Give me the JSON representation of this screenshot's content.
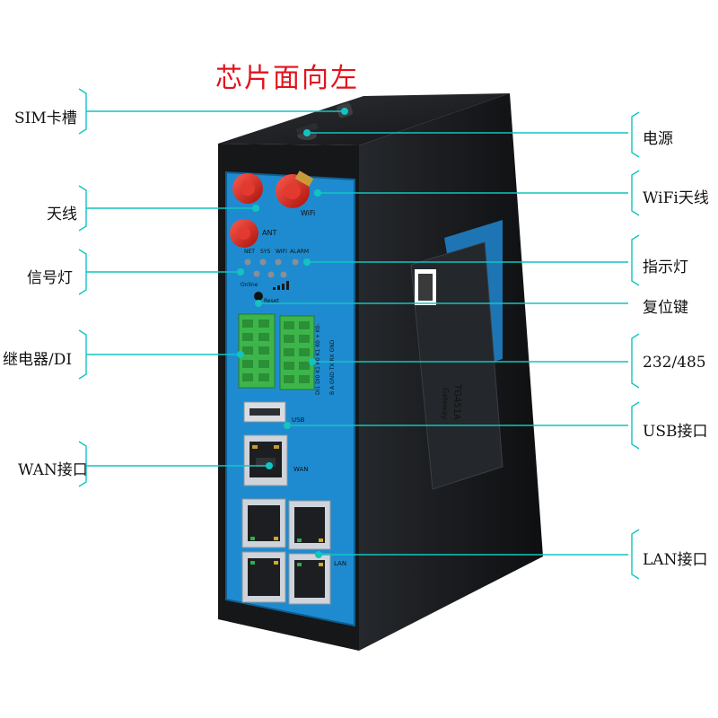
{
  "header": {
    "title": "芯片面向左"
  },
  "callouts": {
    "left": [
      {
        "id": "sim",
        "label": "SIM卡槽"
      },
      {
        "id": "antenna",
        "label": "天线"
      },
      {
        "id": "signal",
        "label": "信号灯"
      },
      {
        "id": "relay",
        "label": "继电器/DI"
      },
      {
        "id": "wan",
        "label": "WAN接口"
      }
    ],
    "right": [
      {
        "id": "power",
        "label": "电源"
      },
      {
        "id": "wifi",
        "label": "WiFi天线"
      },
      {
        "id": "indicator",
        "label": "指示灯"
      },
      {
        "id": "reset",
        "label": "复位键"
      },
      {
        "id": "serial",
        "label": "232/485"
      },
      {
        "id": "usb",
        "label": "USB接口"
      },
      {
        "id": "lan",
        "label": "LAN接口"
      }
    ]
  },
  "device": {
    "panel_labels": {
      "wifi": "WiFi",
      "ant": "ANT",
      "led_net": "NET",
      "led_sys": "SYS",
      "led_wifi": "WIFI",
      "led_alarm": "ALARM",
      "online": "Online",
      "reset": "Reset",
      "terminal_top": "DI1 DI0 K1 K0 K1 K0 + K0-",
      "terminal_bottom": "B A GND TX RX GND",
      "usb": "USB",
      "wan": "WAN",
      "lan": "LAN"
    },
    "side_label": {
      "model": "TG451A",
      "sub": "Gateway"
    }
  },
  "colors": {
    "accent": "#12c4c0",
    "panel": "#1e8bd0",
    "chassis": "#1b1d20",
    "title": "#e0141e"
  }
}
